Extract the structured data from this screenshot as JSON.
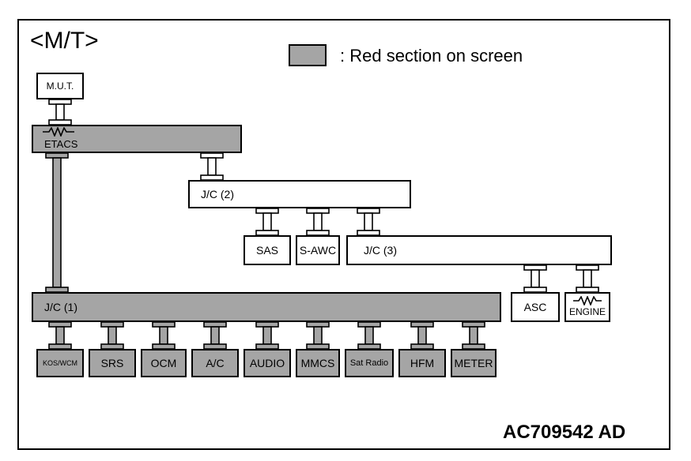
{
  "diagram": {
    "mode_title": "<M/T>",
    "legend": {
      "swatch_color": "#a5a5a5",
      "text": ": Red section on screen"
    },
    "figure_code": "AC709542 AD",
    "nodes": {
      "mut": "M.U.T.",
      "etacs": "ETACS",
      "jc2": "J/C (2)",
      "jc3": "J/C (3)",
      "jc1": "J/C (1)",
      "sas": "SAS",
      "s_awc": "S-AWC",
      "asc": "ASC",
      "engine": "ENGINE",
      "kos_wcm": "KOS/WCM",
      "srs": "SRS",
      "ocm": "OCM",
      "ac": "A/C",
      "audio": "AUDIO",
      "mmcs": "MMCS",
      "sat_radio": "Sat Radio",
      "hfm": "HFM",
      "meter": "METER"
    },
    "highlighted_nodes": [
      "etacs",
      "jc1",
      "kos_wcm",
      "srs",
      "ocm",
      "ac",
      "audio",
      "mmcs",
      "sat_radio",
      "hfm",
      "meter"
    ],
    "terminating_resistor_nodes": [
      "etacs",
      "engine"
    ]
  }
}
